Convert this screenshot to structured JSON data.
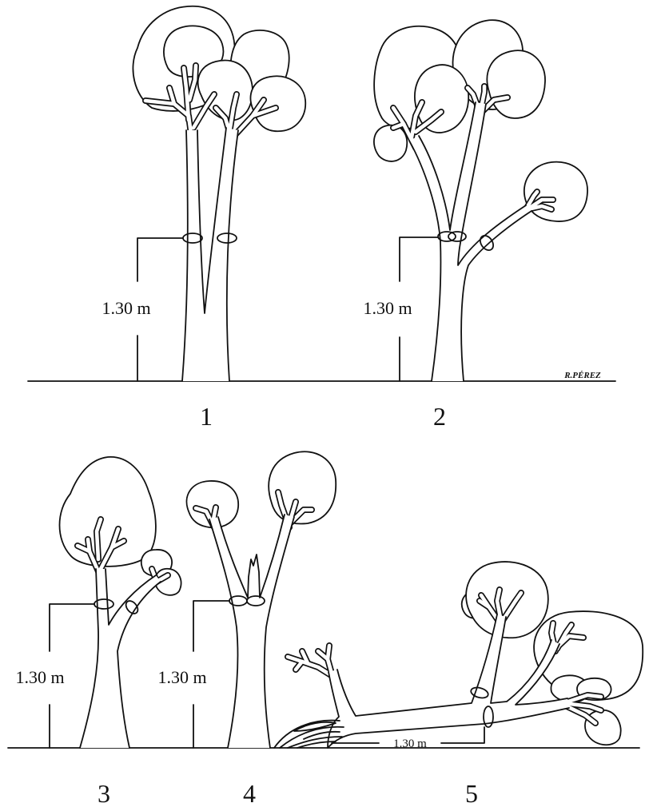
{
  "figure": {
    "panels": [
      {
        "number": "1",
        "height_label": "1.30 m"
      },
      {
        "number": "2",
        "height_label": "1.30 m"
      },
      {
        "number": "3",
        "height_label": "1.30 m"
      },
      {
        "number": "4",
        "height_label": "1.30 m"
      },
      {
        "number": "5",
        "height_label": "1.30 m"
      }
    ],
    "signature": "R.PÉREZ"
  },
  "colors": {
    "ink": "#111111",
    "paper": "#ffffff"
  }
}
